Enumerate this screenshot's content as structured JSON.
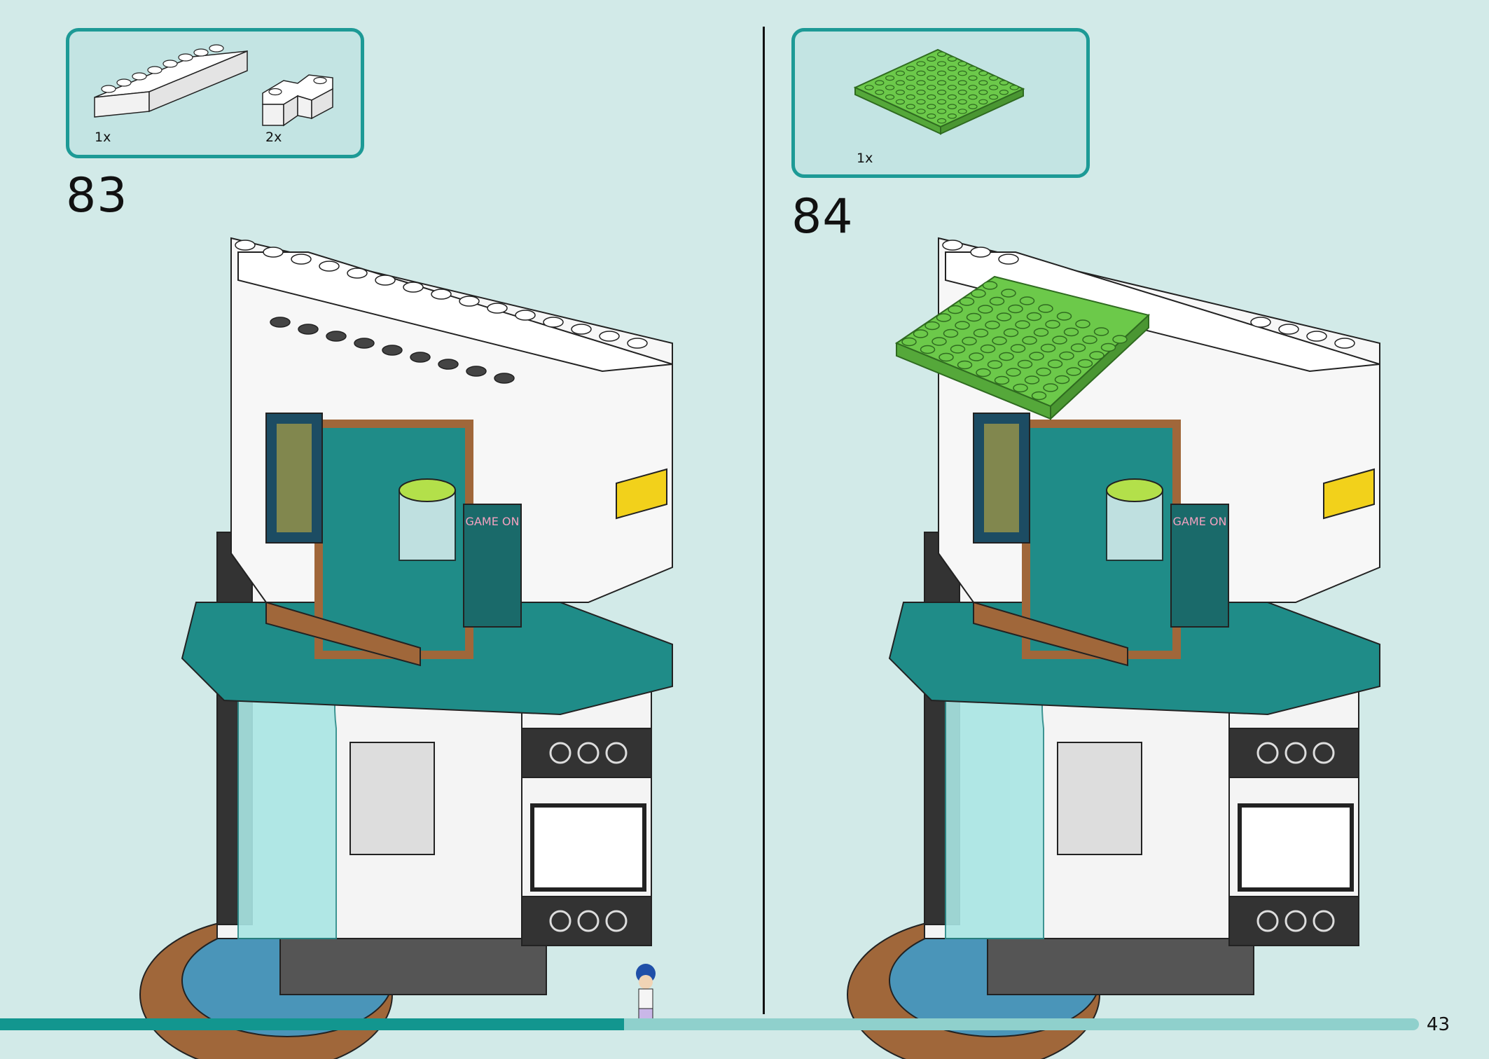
{
  "page": {
    "number": "43",
    "progress": 0.44
  },
  "steps": [
    {
      "number": "83",
      "parts": [
        {
          "name": "white-brick-1x8",
          "quantity": "1x",
          "color": "#ffffff"
        },
        {
          "name": "white-brick-corner",
          "quantity": "2x",
          "color": "#ffffff"
        }
      ]
    },
    {
      "number": "84",
      "parts": [
        {
          "name": "green-plate-8x8",
          "quantity": "1x",
          "color": "#6cc94a"
        }
      ]
    }
  ],
  "posters": {
    "arcade_text": "GAME ON"
  },
  "colors": {
    "accent": "#1d9a96",
    "background": "#d2eae8",
    "teal_brick": "#1f8c88",
    "brown": "#a0673a",
    "green_plate": "#6cc94a",
    "yellow": "#f2d11b"
  }
}
